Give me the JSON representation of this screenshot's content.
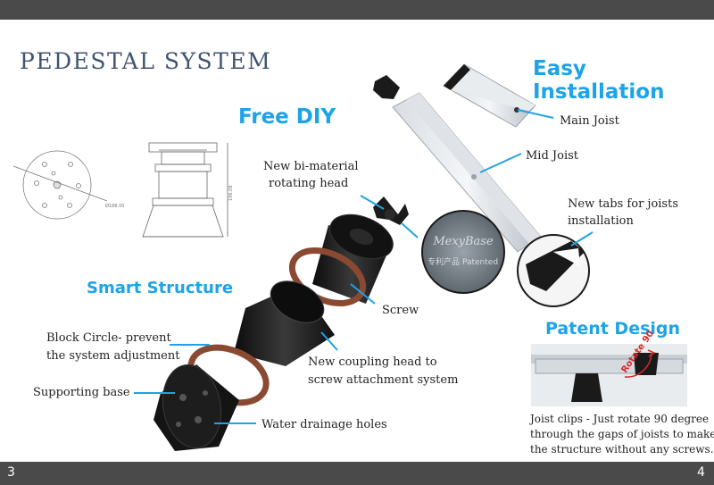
{
  "header": {
    "title": "PEDESTAL SYSTEM"
  },
  "pages": {
    "left": "3",
    "right": "4"
  },
  "sections": {
    "free_diy": "Free DIY",
    "easy_installation": "Easy Installation",
    "smart_structure": "Smart Structure",
    "patent_design": "Patent Design"
  },
  "labels": {
    "main_joist": "Main Joist",
    "mid_joist": "Mid Joist",
    "rotating_head": [
      "New bi-material",
      "rotating head"
    ],
    "tabs": [
      "New tabs for joists",
      "installation"
    ],
    "screw": "Screw",
    "block_circle": [
      "Block Circle- prevent",
      "the system adjustment"
    ],
    "supporting_base": "Supporting base",
    "coupling_head": [
      "New coupling head to",
      "screw attachment system"
    ],
    "drainage": "Water drainage holes"
  },
  "drawing": {
    "dim_diameter": "Ø188.00",
    "dim_height": "196.08"
  },
  "stamp": {
    "brand": "MexyBase",
    "cn": "专利产品",
    "en": "Patented"
  },
  "patent": {
    "rotate_text": "Rotate 90",
    "note": [
      "Joist clips - Just rotate 90 degree",
      "through the gaps of joists to make",
      "the structure without any screws."
    ]
  },
  "colors": {
    "accent_blue": "#1ea3e6",
    "title_navy": "#3f5470",
    "bar_gray": "#4a4a4a",
    "ring_brown": "#8a4a32",
    "plastic_black": "#1a1a1a"
  }
}
